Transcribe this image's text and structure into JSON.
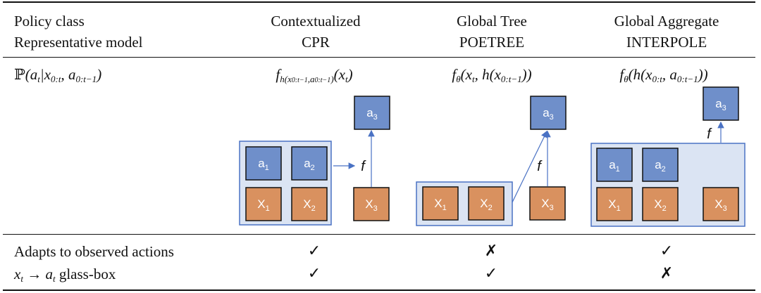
{
  "header": {
    "row_label_1": "Policy class",
    "row_label_2": "Representative model",
    "columns": [
      {
        "policy_class": "Contextualized",
        "model": "CPR"
      },
      {
        "policy_class": "Global Tree",
        "model": "POETREE"
      },
      {
        "policy_class": "Global Aggregate",
        "model": "INTERPOLE"
      }
    ]
  },
  "diagram_row": {
    "probability_label": "ℙ(a_t | x_{0:t}, a_{0:t−1})",
    "formulas": [
      "f_{h(x_{0:t−1}, a_{0:t−1})}(x_t)",
      "f_θ(x_t, h(x_{0:t−1}))",
      "f_θ(h(x_{0:t}, a_{0:t−1}))"
    ],
    "node_labels": {
      "a1": "a1",
      "a2": "a2",
      "a3": "a3",
      "x1": "X1",
      "x2": "X2",
      "x3": "X3",
      "f": "f"
    }
  },
  "properties": [
    {
      "label": "Adapts to observed actions",
      "values": [
        "✓",
        "✗",
        "✓"
      ]
    },
    {
      "label": "x_t → a_t glass-box",
      "values": [
        "✓",
        "✓",
        "✗"
      ]
    }
  ],
  "colors": {
    "action_box": "#6f8fca",
    "state_box": "#d9915f",
    "container": "#dbe4f3",
    "arrow": "#4a72c4"
  }
}
